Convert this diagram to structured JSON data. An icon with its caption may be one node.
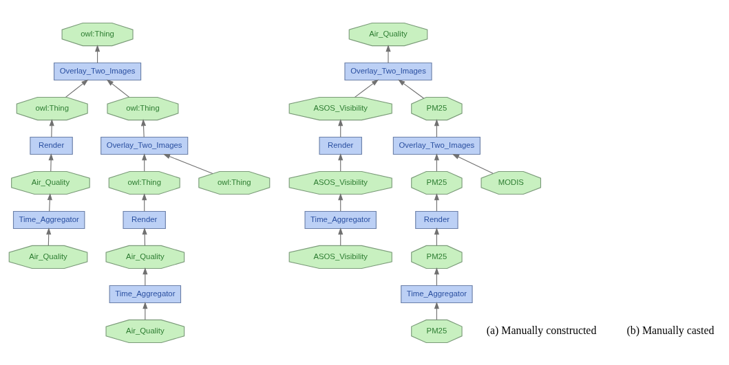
{
  "diagram": {
    "nodes": [
      {
        "text": [
          "owl:Thing"
        ]
      },
      {
        "text": [
          "Overlay_Two_Images"
        ]
      },
      {
        "text": [
          "owl:Thing"
        ]
      },
      {
        "text": [
          "owl:Thing"
        ]
      },
      {
        "text": [
          "Render"
        ]
      },
      {
        "text": [
          "Overlay_Two_Images"
        ]
      },
      {
        "text": [
          "Air_Quality"
        ]
      },
      {
        "text": [
          "owl:Thing"
        ]
      },
      {
        "text": [
          "owl:Thing"
        ]
      },
      {
        "text": [
          "Render"
        ]
      },
      {
        "text": [
          "Time_Aggregator"
        ]
      },
      {
        "text": [
          "Air_Quality"
        ]
      },
      {
        "text": [
          "Air_Quality"
        ]
      },
      {
        "text": [
          "Time_Aggregator"
        ]
      },
      {
        "text": [
          "Air_Quality"
        ]
      },
      {
        "text": [
          "Air_Quality"
        ]
      },
      {
        "text": [
          "Overlay_Two_Images"
        ]
      },
      {
        "text": [
          "ASOS_Visibility"
        ]
      },
      {
        "text": [
          "PM25"
        ]
      },
      {
        "text": [
          "Render"
        ]
      },
      {
        "text": [
          "Overlay_Two_Images"
        ]
      },
      {
        "text": [
          "PM25"
        ]
      },
      {
        "text": [
          "MODIS"
        ]
      },
      {
        "text": [
          "ASOS_Visibility"
        ]
      },
      {
        "text": [
          "Render"
        ]
      },
      {
        "text": [
          "Time_Aggregator"
        ]
      },
      {
        "text": [
          "PM25"
        ]
      },
      {
        "text": [
          "ASOS_Visibility"
        ]
      },
      {
        "text": [
          "Time_Aggregator"
        ]
      },
      {
        "text": [
          "PM25"
        ]
      }
    ],
    "edges": [
      {
        "from": 1,
        "to": 0,
        "arrow": "to"
      },
      {
        "from": 2,
        "to": 1,
        "arrow": "to"
      },
      {
        "from": 3,
        "to": 1,
        "arrow": "to"
      },
      {
        "from": 4,
        "to": 2,
        "arrow": "to"
      },
      {
        "from": 5,
        "to": 3,
        "arrow": "to"
      },
      {
        "from": 6,
        "to": 4,
        "arrow": "to"
      },
      {
        "from": 7,
        "to": 5,
        "arrow": "to"
      },
      {
        "from": 8,
        "to": 5,
        "arrow": "to"
      },
      {
        "from": 9,
        "to": 7,
        "arrow": "to"
      },
      {
        "from": 10,
        "to": 6,
        "arrow": "to"
      },
      {
        "from": 11,
        "to": 9,
        "arrow": "to"
      },
      {
        "from": 12,
        "to": 10,
        "arrow": "to"
      },
      {
        "from": 13,
        "to": 11,
        "arrow": "to"
      },
      {
        "from": 14,
        "to": 13,
        "arrow": "to"
      },
      {
        "from": 16,
        "to": 15,
        "arrow": "to"
      },
      {
        "from": 17,
        "to": 16,
        "arrow": "to"
      },
      {
        "from": 18,
        "to": 16,
        "arrow": "to"
      },
      {
        "from": 19,
        "to": 17,
        "arrow": "to"
      },
      {
        "from": 20,
        "to": 18,
        "arrow": "to"
      },
      {
        "from": 21,
        "to": 20,
        "arrow": "to"
      },
      {
        "from": 22,
        "to": 20,
        "arrow": "to"
      },
      {
        "from": 23,
        "to": 19,
        "arrow": "to"
      },
      {
        "from": 24,
        "to": 21,
        "arrow": "to"
      },
      {
        "from": 25,
        "to": 23,
        "arrow": "to"
      },
      {
        "from": 26,
        "to": 24,
        "arrow": "to"
      },
      {
        "from": 27,
        "to": 25,
        "arrow": "to"
      },
      {
        "from": 28,
        "to": 26,
        "arrow": "to"
      },
      {
        "from": 29,
        "to": 28,
        "arrow": "to"
      }
    ],
    "labels": [
      "(a) Manually constructed",
      "(b) Manually casted"
    ]
  }
}
